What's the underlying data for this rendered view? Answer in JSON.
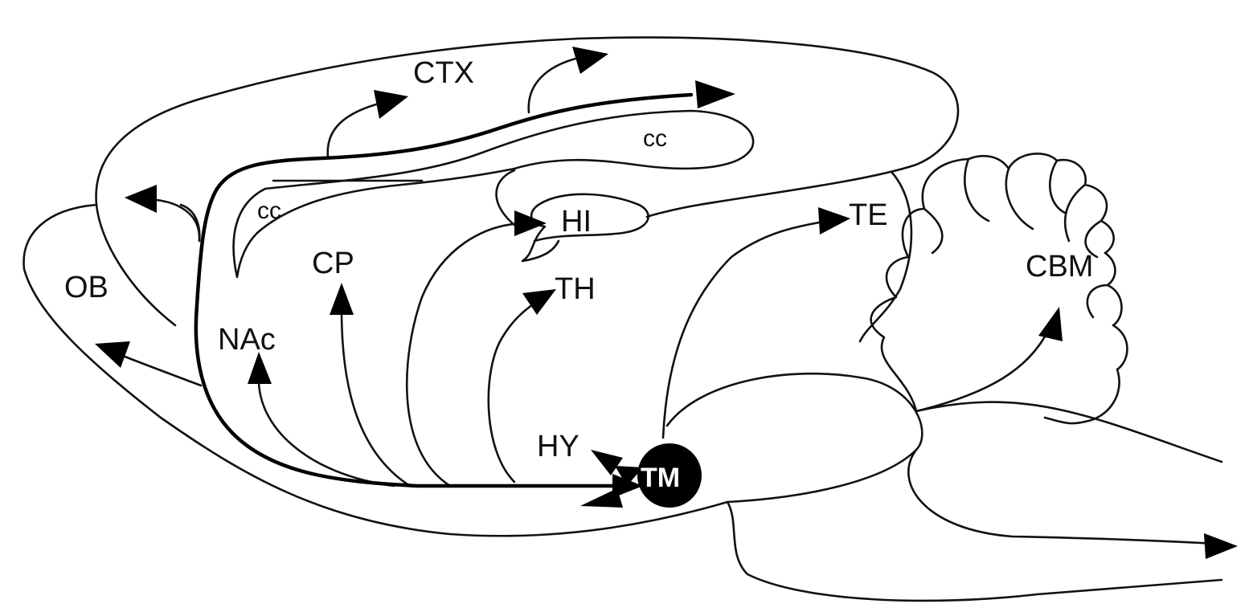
{
  "labels": {
    "ctx": "CTX",
    "cc_top": "cc",
    "cc_left": "cc",
    "hi": "HI",
    "te": "TE",
    "cp": "CP",
    "ob": "OB",
    "th": "TH",
    "nac": "NAc",
    "cbm": "CBM",
    "hy": "HY",
    "tm": "TM"
  }
}
